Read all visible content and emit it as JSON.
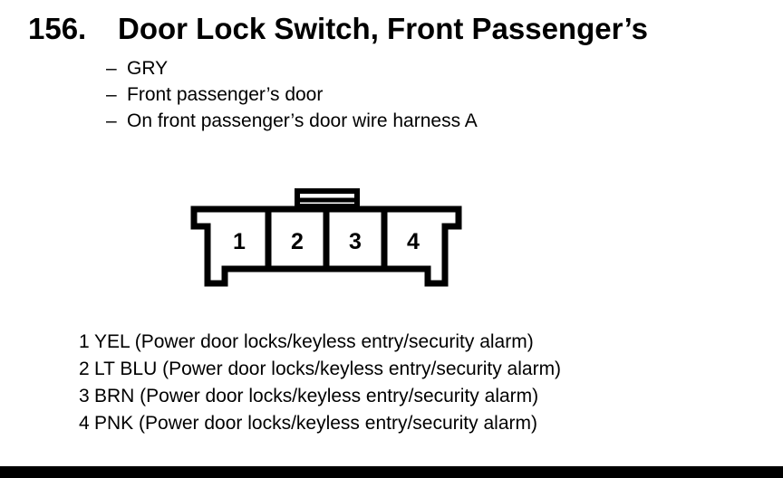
{
  "colors": {
    "ink": "#000000",
    "paper": "#ffffff"
  },
  "heading": {
    "number": "156.",
    "title": "Door Lock Switch, Front Passenger’s"
  },
  "details": {
    "bullets": [
      {
        "dash": "–",
        "text": "GRY"
      },
      {
        "dash": "–",
        "text": "Front passenger’s door"
      },
      {
        "dash": "–",
        "text": "On front passenger’s door wire harness A"
      }
    ]
  },
  "connector": {
    "cavities": [
      "1",
      "2",
      "3",
      "4"
    ]
  },
  "pin_list": {
    "rows": [
      {
        "pin": "1",
        "desc": "YEL (Power door locks/keyless entry/security alarm)"
      },
      {
        "pin": "2",
        "desc": "LT BLU (Power door locks/keyless entry/security alarm)"
      },
      {
        "pin": "3",
        "desc": "BRN (Power door locks/keyless entry/security alarm)"
      },
      {
        "pin": "4",
        "desc": "PNK (Power door locks/keyless entry/security alarm)"
      }
    ]
  }
}
